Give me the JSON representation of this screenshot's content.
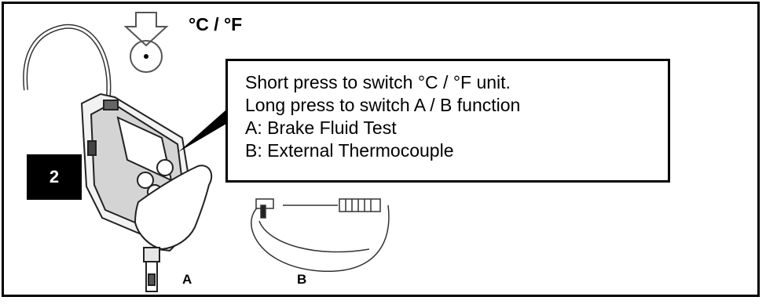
{
  "heading": {
    "unit_text": "°C / °F"
  },
  "instructions": {
    "lines": [
      "Short press to switch °C / °F unit.",
      "Long press to switch A / B function",
      "A: Brake Fluid Test",
      "B: External Thermocouple"
    ]
  },
  "step": {
    "number": "2"
  },
  "parts": {
    "a_label": "A",
    "b_label": "B"
  },
  "icons": {
    "press": "press-button-icon",
    "device": "thermometer-device-illustration",
    "probe_a": "brake-fluid-probe-illustration",
    "probe_b": "thermocouple-cable-illustration"
  },
  "colors": {
    "ink": "#000000",
    "background": "#ffffff",
    "badge": "#000000",
    "badge_text": "#ffffff"
  }
}
